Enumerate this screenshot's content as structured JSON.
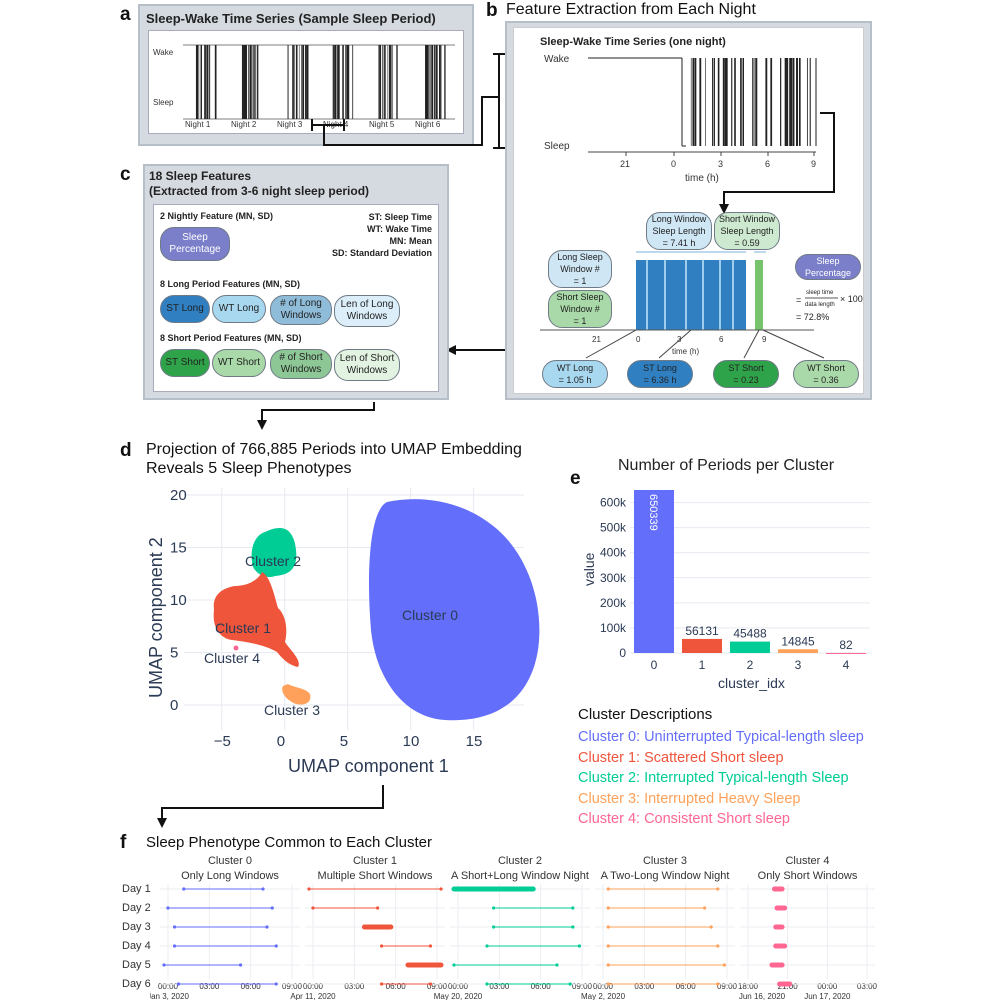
{
  "panel_labels": {
    "a": "a",
    "b": "b",
    "c": "c",
    "d": "d",
    "e": "e",
    "f": "f"
  },
  "panel_a": {
    "title": "Sleep-Wake Time Series (Sample Sleep Period)",
    "y_labels": [
      "Wake",
      "Sleep"
    ],
    "nights": [
      "Night 1",
      "Night 2",
      "Night 3",
      "Night 4",
      "Night 5",
      "Night 6"
    ]
  },
  "panel_b": {
    "heading": "Feature Extraction from Each Night",
    "ts_title": "Sleep-Wake Time Series (one night)",
    "y_labels": [
      "Wake",
      "Sleep"
    ],
    "x_ticks": [
      "21",
      "0",
      "3",
      "6",
      "9"
    ],
    "x_label": "time (h)",
    "lower_x_ticks": [
      "21",
      "0",
      "3",
      "6",
      "9"
    ],
    "lower_x_label": "time (h)",
    "long_window_len": "Long Window\nSleep Length\n= 7.41 h",
    "short_window_len": "Short Window\nSleep Length\n= 0.59",
    "long_sleep_window": "Long Sleep\nWindow #\n= 1",
    "short_sleep_window": "Short Sleep\nWindow #\n= 1",
    "sleep_pct_label": "Sleep\nPercentage",
    "formula_num": "sleep time",
    "formula_den": "data length",
    "formula_mult": "× 100",
    "formula_eq1": "=",
    "formula_result": "= 72.8%",
    "wt_long": "WT Long\n= 1.05 h",
    "st_long": "ST Long\n= 6.36 h",
    "st_short": "ST Short\n= 0.23",
    "wt_short": "WT Short\n= 0.36"
  },
  "panel_c": {
    "title_line1": "18 Sleep Features",
    "title_line2": "(Extracted from 3-6 night sleep period)",
    "nightly_title": "2 Nightly Feature (MN, SD)",
    "sleep_pct": "Sleep\nPercentage",
    "legend": [
      "ST: Sleep Time",
      "WT: Wake Time",
      "MN: Mean",
      "SD: Standard Deviation"
    ],
    "long_title": "8 Long Period Features (MN, SD)",
    "long_items": [
      "ST Long",
      "WT Long",
      "# of Long\nWindows",
      "Len of Long\nWindows"
    ],
    "short_title": "8 Short Period Features (MN, SD)",
    "short_items": [
      "ST Short",
      "WT Short",
      "# of Short\nWindows",
      "Len of Short\nWindows"
    ]
  },
  "panel_d": {
    "title_line1": "Projection of 766,885 Periods into UMAP Embedding",
    "title_line2": "Reveals 5 Sleep Phenotypes",
    "xlabel": "UMAP component 1",
    "ylabel": "UMAP component 2",
    "x_ticks": [
      "−5",
      "0",
      "5",
      "10",
      "15"
    ],
    "y_ticks": [
      "0",
      "5",
      "10",
      "15",
      "20"
    ],
    "cluster_labels": [
      "Cluster 0",
      "Cluster 1",
      "Cluster 2",
      "Cluster 3",
      "Cluster 4"
    ]
  },
  "chart_data": {
    "type": "bar",
    "title": "Number of Periods per Cluster",
    "xlabel": "cluster_idx",
    "ylabel": "value",
    "categories": [
      "0",
      "1",
      "2",
      "3",
      "4"
    ],
    "values": [
      650339,
      56131,
      45488,
      14845,
      82
    ],
    "value_labels": [
      "650339",
      "56131",
      "45488",
      "14845",
      "82"
    ],
    "y_tick_labels": [
      "0",
      "100k",
      "200k",
      "300k",
      "400k",
      "500k",
      "600k"
    ],
    "ylim": [
      0,
      650339
    ],
    "colors": [
      "#636efa",
      "#ef553b",
      "#00cc96",
      "#ffa15a",
      "#ff6692"
    ],
    "grid": true
  },
  "cluster_desc": {
    "title": "Cluster Descriptions",
    "items": [
      {
        "text": "Cluster 0: Uninterrupted Typical-length sleep",
        "color": "#636efa"
      },
      {
        "text": "Cluster 1: Scattered Short sleep",
        "color": "#ef553b"
      },
      {
        "text": "Cluster 2: Interrupted Typical-length Sleep",
        "color": "#00cc96"
      },
      {
        "text": "Cluster 3: Interrupted Heavy Sleep",
        "color": "#ffa15a"
      },
      {
        "text": "Cluster 4: Consistent Short sleep",
        "color": "#ff6692"
      }
    ]
  },
  "panel_f": {
    "title": "Sleep Phenotype Common to Each Cluster",
    "days": [
      "Day 1",
      "Day 2",
      "Day 3",
      "Day 4",
      "Day 5",
      "Day 6"
    ],
    "subplots": [
      {
        "title1": "Cluster 0",
        "title2": "Only Long Windows",
        "ticks": [
          "00:00",
          "03:00",
          "06:00",
          "09:00"
        ],
        "date": "Jan 3, 2020"
      },
      {
        "title1": "Cluster 1",
        "title2": "Multiple Short Windows",
        "ticks": [
          "00:00",
          "03:00",
          "06:00",
          "09:00"
        ],
        "date": "Apr 11, 2020"
      },
      {
        "title1": "Cluster 2",
        "title2": "A Short+Long Window Night",
        "ticks": [
          "00:00",
          "03:00",
          "06:00",
          "09:00"
        ],
        "date": "May 20, 2020"
      },
      {
        "title1": "Cluster 3",
        "title2": "A Two-Long Window Night",
        "ticks": [
          "00:00",
          "03:00",
          "06:00",
          "09:00"
        ],
        "date": "May 2, 2020"
      },
      {
        "title1": "Cluster 4",
        "title2": "Only Short Windows",
        "ticks": [
          "18:00",
          "21:00",
          "00:00",
          "03:00"
        ],
        "date1": "Jun 16, 2020",
        "date2": "Jun 17, 2020"
      }
    ]
  }
}
